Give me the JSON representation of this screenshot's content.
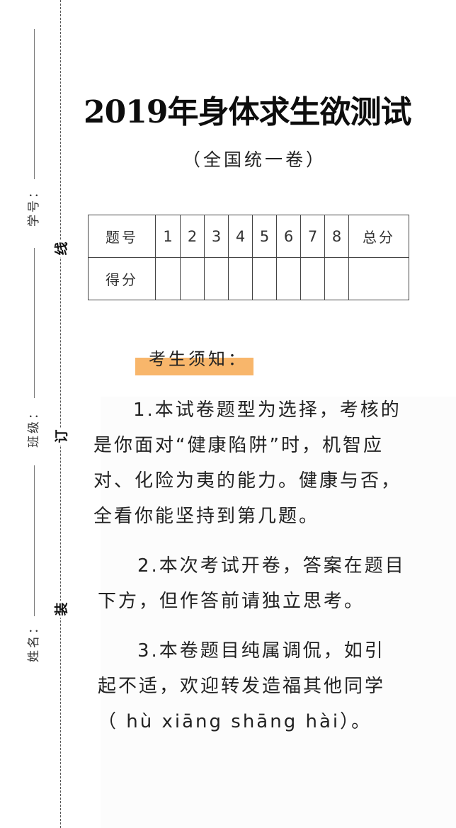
{
  "binding_margin": {
    "labels": [
      "学号：",
      "班级：",
      "姓名："
    ],
    "cut_marks": [
      "线",
      "订",
      "装"
    ]
  },
  "header": {
    "title": "2019年身体求生欲测试",
    "subtitle": "（全国统一卷）"
  },
  "score_table": {
    "row_headers": [
      "题号",
      "得分"
    ],
    "question_numbers": [
      "1",
      "2",
      "3",
      "4",
      "5",
      "6",
      "7",
      "8"
    ],
    "total_label": "总分",
    "scores": [
      "",
      "",
      "",
      "",
      "",
      "",
      "",
      "",
      ""
    ]
  },
  "notice": {
    "title": "考生须知：",
    "highlight_color": "#f8b66b",
    "items": [
      {
        "lines": [
          "1.本试卷题型为选择，考核的",
          "是你面对“健康陷阱”时，机智应",
          "对、化险为夷的能力。健康与否，",
          "全看你能坚持到第几题。"
        ]
      },
      {
        "lines": [
          "2.本次考试开卷，答案在题目",
          "下方，但作答前请独立思考。"
        ]
      },
      {
        "lines": [
          "3.本卷题目纯属调侃，如引",
          "起不适，欢迎转发造福其他同学",
          "（ hù xiāng shāng hài）。"
        ]
      }
    ]
  }
}
